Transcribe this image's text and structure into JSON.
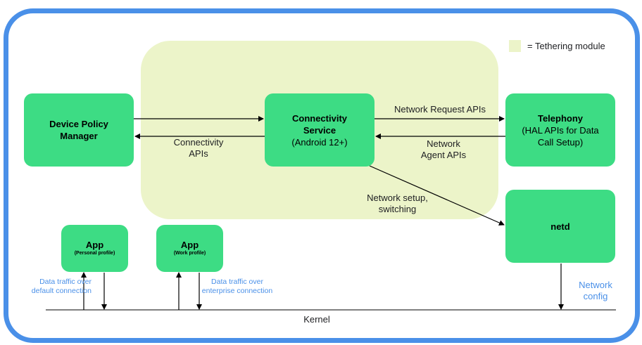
{
  "legend": {
    "text": "= Tethering module"
  },
  "boxes": {
    "dpm": {
      "title": "Device Policy Manager"
    },
    "connectivity": {
      "title": "Connectivity Service",
      "sub": "(Android 12+)"
    },
    "telephony": {
      "title": "Telephony",
      "sub": "(HAL APIs for Data Call Setup)"
    },
    "netd": {
      "title": "netd"
    },
    "app_personal": {
      "title": "App",
      "sub": "(Personal profile)"
    },
    "app_work": {
      "title": "App",
      "sub": "(Work profile)"
    }
  },
  "labels": {
    "connectivity_apis": "Connectivity\nAPIs",
    "network_request_apis": "Network Request APIs",
    "network_agent_apis": "Network\nAgent APIs",
    "network_setup": "Network setup,\nswitching",
    "traffic_default": "Data traffic over\ndefault connection",
    "traffic_enterprise": "Data traffic over\nenterprise connection",
    "network_config": "Network\nconfig",
    "kernel": "Kernel"
  },
  "colors": {
    "frame": "#4a90e8",
    "box": "#3ddc84",
    "tethering": "#ecf4c9",
    "accent_text": "#4a90e8"
  }
}
